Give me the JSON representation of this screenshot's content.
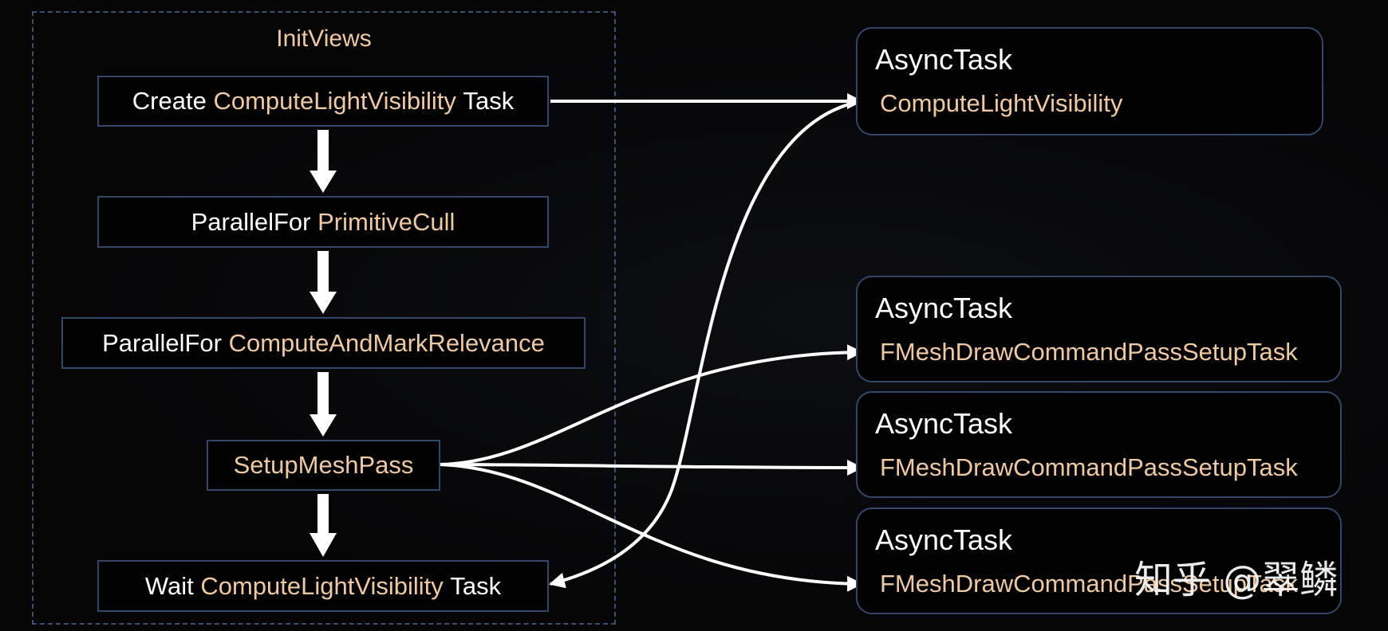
{
  "group": {
    "title": "InitViews",
    "steps": [
      {
        "prefix": "Create",
        "highlight": "ComputeLightVisibility",
        "suffix": "Task"
      },
      {
        "prefix": "ParallelFor",
        "highlight": "PrimitiveCull",
        "suffix": ""
      },
      {
        "prefix": "ParallelFor",
        "highlight": "ComputeAndMarkRelevance",
        "suffix": ""
      },
      {
        "prefix": "",
        "highlight": "SetupMeshPass",
        "suffix": ""
      },
      {
        "prefix": "Wait",
        "highlight": "ComputeLightVisibility",
        "suffix": "Task"
      }
    ]
  },
  "tasks": [
    {
      "kind": "AsyncTask",
      "name": "ComputeLightVisibility"
    },
    {
      "kind": "AsyncTask",
      "name": "FMeshDrawCommandPassSetupTask"
    },
    {
      "kind": "AsyncTask",
      "name": "FMeshDrawCommandPassSetupTask"
    },
    {
      "kind": "AsyncTask",
      "name": "FMeshDrawCommandPassSetupTask"
    }
  ],
  "watermark": "知乎 @翠鳞",
  "colors": {
    "background": "#050506",
    "highlight_text": "#efc9a0",
    "box_border": "#33476b",
    "group_border": "#3d4f72",
    "arrow": "#ffffff"
  }
}
